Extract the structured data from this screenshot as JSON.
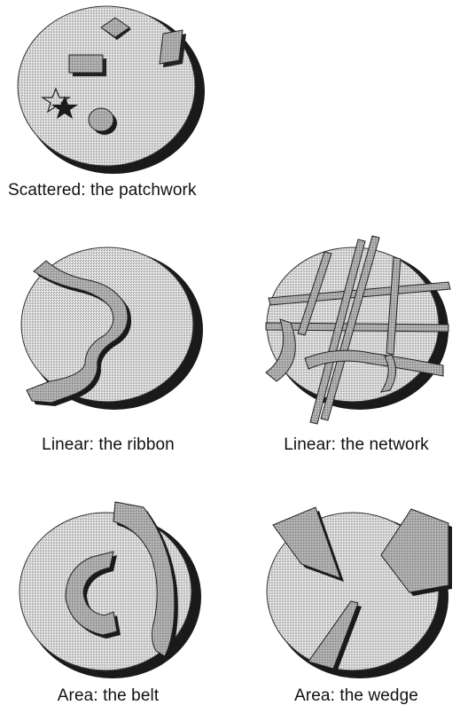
{
  "panels": [
    {
      "id": "patchwork",
      "caption": "Scattered: the patchwork"
    },
    {
      "id": "ribbon",
      "caption": "Linear: the ribbon"
    },
    {
      "id": "network",
      "caption": "Linear: the network"
    },
    {
      "id": "belt",
      "caption": "Area: the belt"
    },
    {
      "id": "wedge",
      "caption": "Area: the wedge"
    }
  ],
  "colors": {
    "disc_fill": "#cfcfcf",
    "disc_shadow": "#1a1a1a",
    "shape_fill": "#a9a9a9",
    "outline": "#222222"
  }
}
